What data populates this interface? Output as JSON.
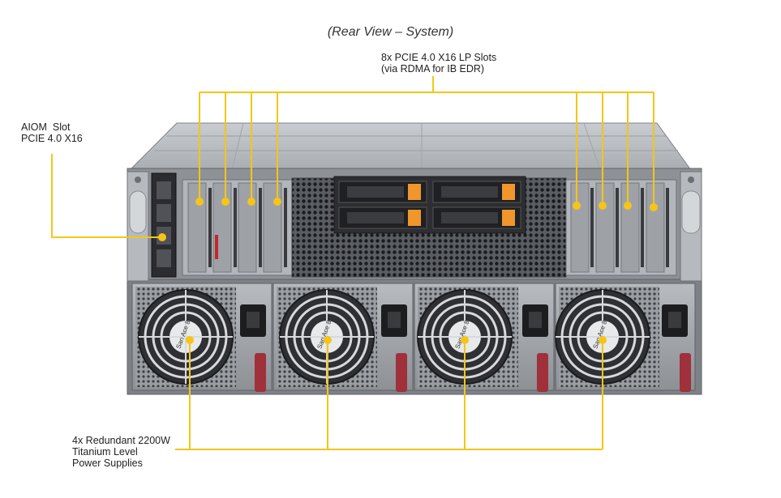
{
  "title": "(Rear View – System)",
  "callouts": {
    "pcie_slots": {
      "line1": "8x PCIE 4.0 X16 LP Slots",
      "line2": "(via RDMA for IB EDR)"
    },
    "aiom_slot": {
      "line1": "AIOM  Slot",
      "line2": "PCIE 4.0 X16"
    },
    "power_supplies": {
      "line1": "4x Redundant 2200W",
      "line2": "Titanium Level",
      "line3": "Power Supplies"
    }
  },
  "colors": {
    "callout": "#f5c518",
    "chassis": "#8c9096",
    "drive_latch": "#f0962a",
    "psu_handle": "#a0303a"
  },
  "fan_label": "San Ace 80"
}
